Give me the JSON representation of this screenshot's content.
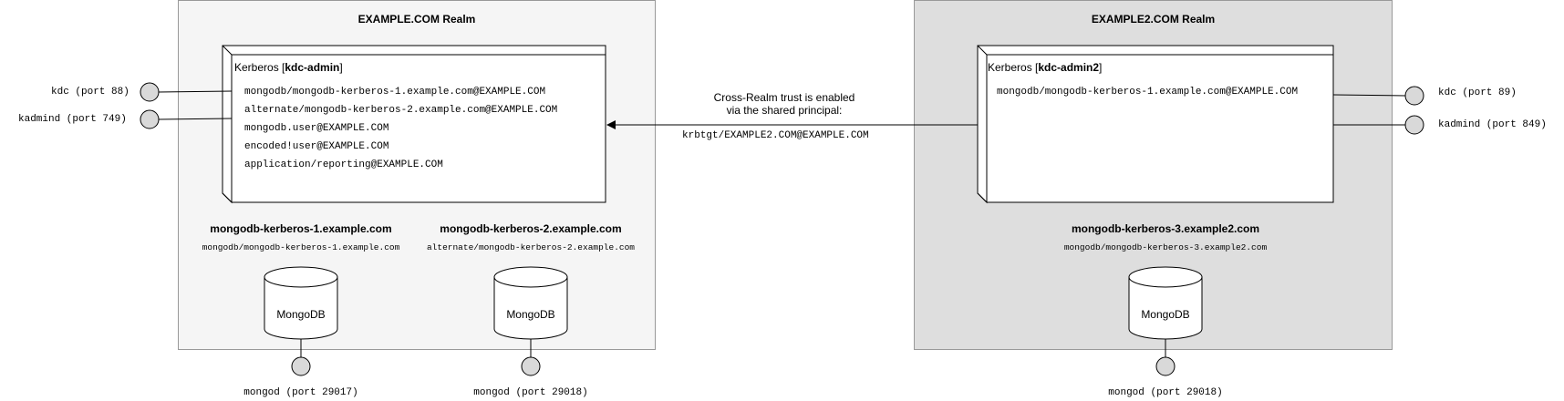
{
  "realm1": {
    "title": "EXAMPLE.COM Realm",
    "kdc": {
      "title_prefix": "Kerberos [",
      "title_bold": "kdc-admin",
      "title_suffix": "]",
      "principals": [
        "mongodb/mongodb-kerberos-1.example.com@EXAMPLE.COM",
        "alternate/mongodb-kerberos-2.example.com@EXAMPLE.COM",
        "mongodb.user@EXAMPLE.COM",
        "encoded!user@EXAMPLE.COM",
        "application/reporting@EXAMPLE.COM"
      ]
    },
    "ports": [
      "kdc (port 88)",
      "kadmind (port 749)"
    ],
    "hosts": [
      {
        "name": "mongodb-kerberos-1.example.com",
        "principal": "mongodb/mongodb-kerberos-1.example.com",
        "db": "MongoDB",
        "port": "mongod (port 29017)"
      },
      {
        "name": "mongodb-kerberos-2.example.com",
        "principal": "alternate/mongodb-kerberos-2.example.com",
        "db": "MongoDB",
        "port": "mongod (port 29018)"
      }
    ]
  },
  "realm2": {
    "title": "EXAMPLE2.COM Realm",
    "kdc": {
      "title_prefix": "Kerberos [",
      "title_bold": "kdc-admin2",
      "title_suffix": "]",
      "principals": [
        "mongodb/mongodb-kerberos-1.example.com@EXAMPLE.COM"
      ]
    },
    "ports": [
      "kdc (port 89)",
      "kadmind (port 849)"
    ],
    "hosts": [
      {
        "name": "mongodb-kerberos-3.example2.com",
        "principal": "mongodb/mongodb-kerberos-3.example2.com",
        "db": "MongoDB",
        "port": "mongod (port 29018)"
      }
    ]
  },
  "trust": {
    "line1": "Cross-Realm trust is enabled",
    "line2": "via the shared principal:",
    "principal": "krbtgt/EXAMPLE2.COM@EXAMPLE.COM"
  },
  "colors": {
    "realm1_bg": "#f5f5f5",
    "realm2_bg": "#dedede",
    "stroke": "#000000",
    "port_fill": "#d9d9d9"
  }
}
